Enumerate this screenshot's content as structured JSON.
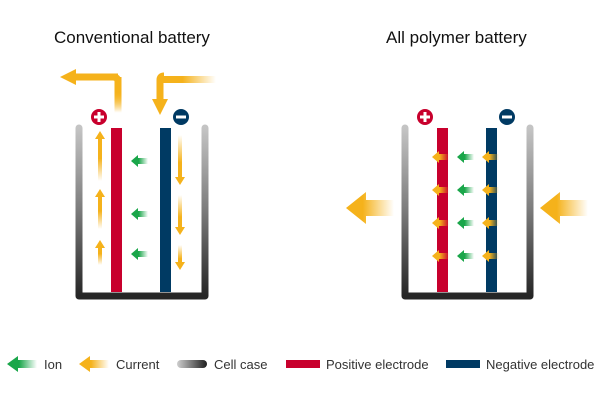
{
  "diagrams": [
    {
      "id": "conventional",
      "title": "Conventional battery",
      "positive_terminal_symbol": "+",
      "negative_terminal_symbol": "−",
      "ion_arrow_count": 3,
      "current_arrow_count_positive_side": 3,
      "current_arrow_count_negative_side": 3,
      "current_flow": "vertical along electrodes, exits at top of positive electrode, enters at top of negative electrode"
    },
    {
      "id": "all-polymer",
      "title": "All polymer battery",
      "positive_terminal_symbol": "+",
      "negative_terminal_symbol": "−",
      "ion_arrow_count": 4,
      "current_arrow_count_positive_side": 4,
      "current_arrow_count_negative_side": 4,
      "current_flow": "horizontal through cell, enters right side, exits left side"
    }
  ],
  "legend": [
    {
      "key": "ion",
      "label": "Ion",
      "icon": "green-arrow-left-icon"
    },
    {
      "key": "current",
      "label": "Current",
      "icon": "orange-arrow-left-icon"
    },
    {
      "key": "cell-case",
      "label": "Cell case",
      "icon": "gray-gradient-bar-icon"
    },
    {
      "key": "positive-electrode",
      "label": "Positive electrode",
      "icon": "red-bar-icon"
    },
    {
      "key": "negative-electrode",
      "label": "Negative electrode",
      "icon": "navy-bar-icon"
    }
  ],
  "colors": {
    "ion": "#1aa64a",
    "current": "#f5b21b",
    "positive_electrode": "#c8002d",
    "negative_electrode": "#003a63",
    "case_dark": "#2b2b2b",
    "case_light": "#bdbdbd"
  }
}
